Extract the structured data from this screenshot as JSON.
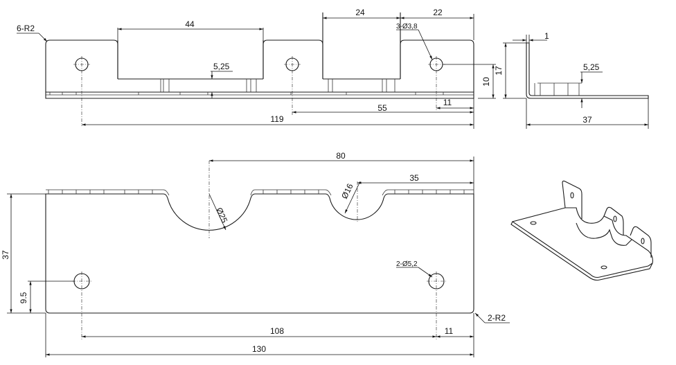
{
  "drawing": {
    "top_view": {
      "radius_note": "6-R2",
      "hole_note": "3-Ø3,8",
      "dim_44": "44",
      "dim_24": "24",
      "dim_22": "22",
      "dim_5_25": "5,25",
      "dim_10": "10",
      "dim_11": "11",
      "dim_55": "55",
      "dim_119": "119"
    },
    "side_view": {
      "dim_1": "1",
      "dim_17": "17",
      "dim_5_25": "5,25",
      "dim_37": "37"
    },
    "flat_view": {
      "dim_80": "80",
      "dim_35": "35",
      "dia_25": "Ø25",
      "dia_16": "Ø16",
      "dim_37": "37",
      "dim_9_5": "9.5",
      "hole_note": "2-Ø5,2",
      "dim_108": "108",
      "dim_11": "11",
      "dim_130": "130",
      "radius_note": "2-R2"
    }
  }
}
